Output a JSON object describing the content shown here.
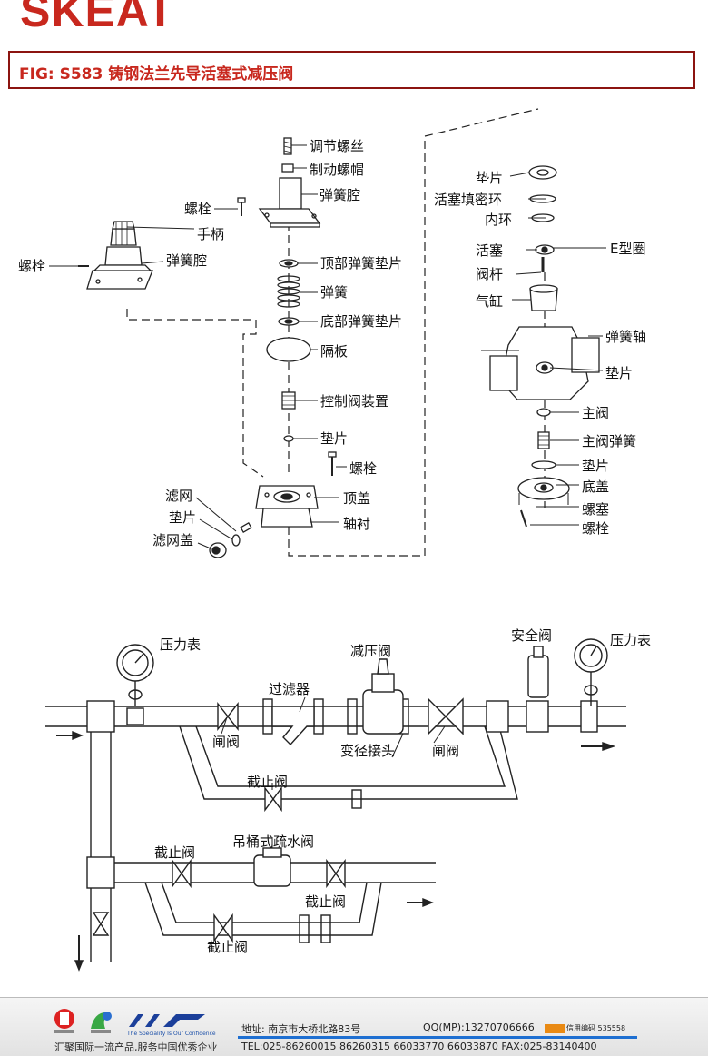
{
  "brand": "SKEAT",
  "title": "FIG: S583  铸钢法兰先导活塞式减压阀",
  "parts": {
    "adjust_screw": "调节螺丝",
    "lock_nut": "制动螺帽",
    "spring_chamber_center": "弹簧腔",
    "bolt_top": "螺栓",
    "handle": "手柄",
    "bolt_left": "螺栓",
    "spring_chamber_left": "弹簧腔",
    "top_spring_pad": "顶部弹簧垫片",
    "spring": "弹簧",
    "bottom_spring_pad": "底部弹簧垫片",
    "diaphragm": "隔板",
    "control_valve": "控制阀装置",
    "gasket_center": "垫片",
    "bolt_center": "螺栓",
    "screen": "滤网",
    "screen_gasket": "垫片",
    "screen_cover": "滤网盖",
    "top_cover": "顶盖",
    "bushing": "轴衬",
    "gasket_right_top": "垫片",
    "piston_seal": "活塞填密环",
    "inner_ring": "内环",
    "piston": "活塞",
    "e_ring": "E型圈",
    "valve_stem": "阀杆",
    "cylinder": "气缸",
    "spring_shaft": "弹簧轴",
    "gasket_right_mid": "垫片",
    "main_valve": "主阀",
    "main_valve_spring": "主阀弹簧",
    "gasket_right_low": "垫片",
    "bottom_cover": "底盖",
    "plug": "螺塞",
    "bolt_right": "螺栓"
  },
  "installation": {
    "pressure_gauge_left": "压力表",
    "pressure_reducing_valve": "减压阀",
    "safety_valve": "安全阀",
    "pressure_gauge_right": "压力表",
    "strainer": "过滤器",
    "gate_valve_left": "闸阀",
    "reducer": "变径接头",
    "gate_valve_right": "闸阀",
    "globe_valve_bypass": "截止阀",
    "bucket_trap": "吊桶式疏水阀",
    "globe_valve_trap_left": "截止阀",
    "globe_valve_trap_right": "截止阀",
    "globe_valve_trap_bypass": "截止阀"
  },
  "footer": {
    "slogan": "汇聚国际一流产品,服务中国优秀企业",
    "tagline": "The Speciality Is Our Confidence",
    "address": "地址: 南京市大桥北路83号",
    "qq": "QQ(MP):13270706666",
    "credit": "信用编码 535558",
    "tel": "TEL:025-86260015 86260315 66033770 66033870  FAX:025-83140400"
  },
  "colors": {
    "brand_red": "#c8281e",
    "title_border": "#8c1410",
    "footer_rule": "#1e6fd1"
  }
}
